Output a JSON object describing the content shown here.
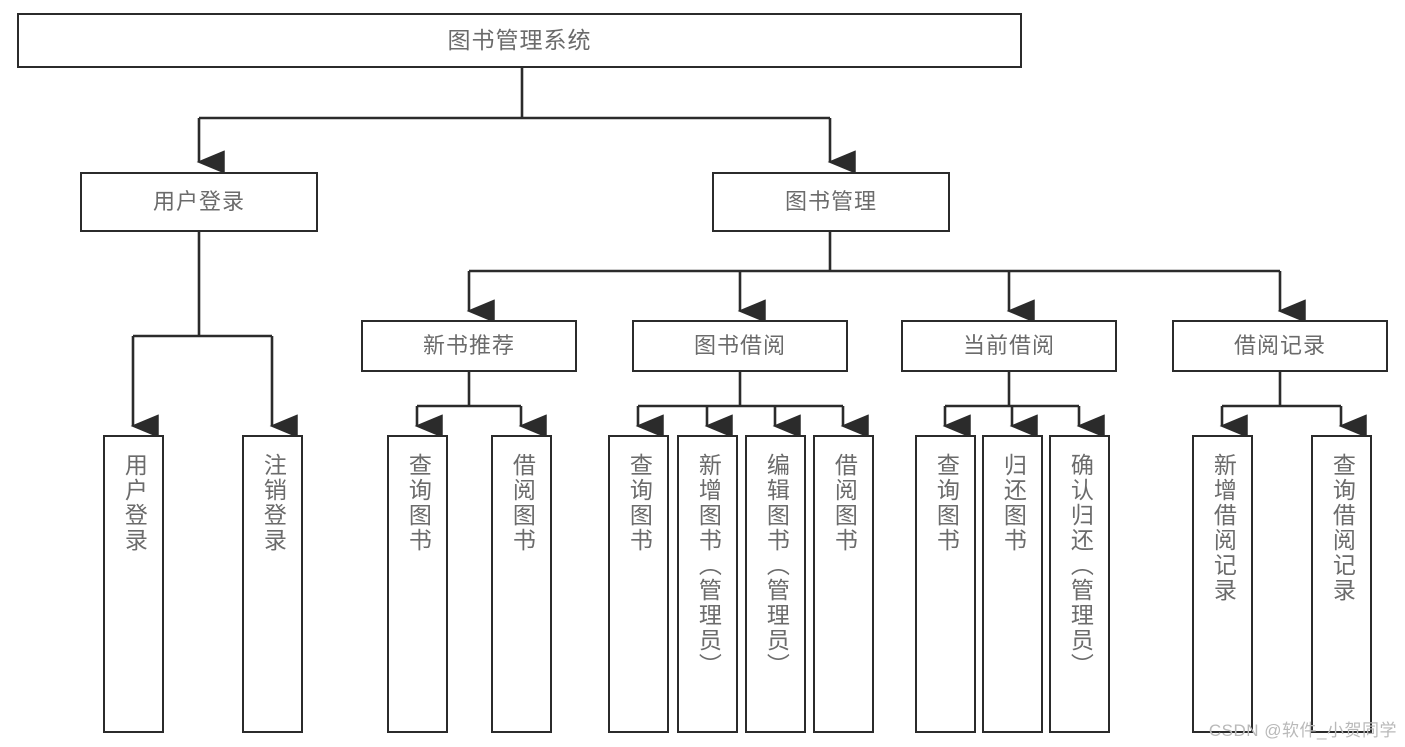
{
  "diagram": {
    "title_text": "图书管理系统",
    "type": "tree-hierarchy-chart",
    "watermark": "CSDN @软件_小贺同学",
    "colors": {
      "box_border": "#2b2b2b",
      "box_fill": "#ffffff",
      "text": "#6b6b6b",
      "connector": "#2b2b2b",
      "watermark": "#b9b9b9",
      "background": "#ffffff"
    },
    "root": {
      "label": "图书管理系统"
    },
    "level2": [
      {
        "label": "用户登录"
      },
      {
        "label": "图书管理"
      }
    ],
    "level3": [
      {
        "label": "新书推荐"
      },
      {
        "label": "图书借阅"
      },
      {
        "label": "当前借阅"
      },
      {
        "label": "借阅记录"
      }
    ],
    "leaves": {
      "user_login": [
        {
          "label": "用户登录"
        },
        {
          "label": "注销登录"
        }
      ],
      "new_book_recommend": [
        {
          "label": "查询图书"
        },
        {
          "label": "借阅图书"
        }
      ],
      "book_borrow": [
        {
          "label": "查询图书"
        },
        {
          "label": "新增图书（管理员）"
        },
        {
          "label": "编辑图书（管理员）"
        },
        {
          "label": "借阅图书"
        }
      ],
      "current_borrow": [
        {
          "label": "查询图书"
        },
        {
          "label": "归还图书"
        },
        {
          "label": "确认归还（管理员）"
        }
      ],
      "borrow_record": [
        {
          "label": "新增借阅记录"
        },
        {
          "label": "查询借阅记录"
        }
      ]
    }
  }
}
